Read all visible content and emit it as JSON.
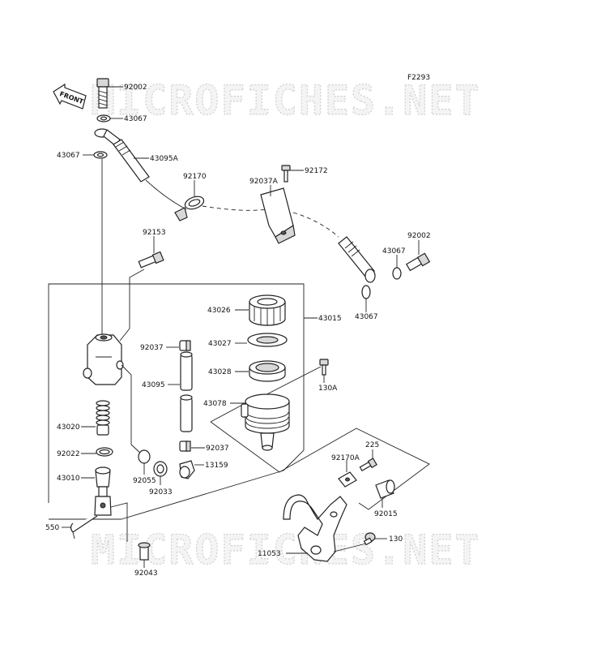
{
  "diagram": {
    "figure_code": "F2293",
    "watermark": "MICROFICHES.NET",
    "front_arrow_label": "FRONT",
    "labels": {
      "p92002_top": "92002",
      "p43067_a": "43067",
      "p43067_b": "43067",
      "p43095a": "43095A",
      "p92170": "92170",
      "p92037a": "92037A",
      "p92172": "92172",
      "p92002_right": "92002",
      "p43067_c": "43067",
      "p43067_d": "43067",
      "p92153": "92153",
      "p43026": "43026",
      "p43015": "43015",
      "p43027": "43027",
      "p92037_top": "92037",
      "p43028": "43028",
      "p130a": "130A",
      "p43095": "43095",
      "p43078": "43078",
      "p43020": "43020",
      "p92037_bot": "92037",
      "p92022": "92022",
      "p92055": "92055",
      "p92033": "92033",
      "p13159": "13159",
      "p225": "225",
      "p92170a": "92170A",
      "p43010": "43010",
      "p92015": "92015",
      "p550": "550",
      "p130": "130",
      "p11053": "11053",
      "p92043": "92043"
    }
  }
}
